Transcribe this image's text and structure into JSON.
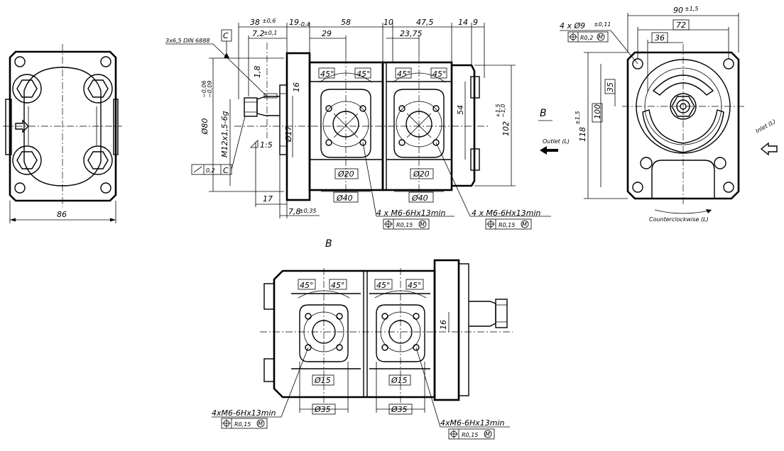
{
  "front_view": {
    "dim_width": "86"
  },
  "side_view": {
    "dim_38": "38",
    "dim_38_tol": "±0,6",
    "dim_19": "19",
    "dim_19_tol": "-0,4",
    "dim_58": "58",
    "dim_10": "10",
    "dim_47_5": "47,5",
    "dim_14": "14",
    "dim_9": "9",
    "dim_7_2": "7,2",
    "dim_7_2_tol": "±0,1",
    "dim_29": "29",
    "dim_23_75": "23,75",
    "key_spec": "3x6,5 DIN 6888",
    "datum_c": "C",
    "dim_1_8": "1,8",
    "dim_16": "16",
    "dim_80": "Ø80",
    "dim_80_tol_top": "−0,06",
    "dim_80_tol_bot": "−0,09",
    "thread": "M12x1,5-6g",
    "dim_17_dia": "Ø17",
    "taper": "1:5",
    "runout_tol": "0,2",
    "runout_datum": "C",
    "angle_1": "45°",
    "angle_2": "45°",
    "angle_3": "45°",
    "angle_4": "45°",
    "dim_54": "54",
    "dim_102": "102",
    "dim_102_tol_top": "+1,5",
    "dim_102_tol_bot": "−1,0",
    "port_dia_1": "Ø20",
    "port_dia_2": "Ø20",
    "port_flange_1": "Ø40",
    "port_flange_2": "Ø40",
    "dim_17": "17",
    "dim_7_8": "7,8",
    "dim_7_8_tol": "±0,35",
    "thread_callout_1": "4  x  M6-6Hx13min",
    "thread_callout_2": "4  x  M6-6Hx13min",
    "pos_tol_1": "R0,15",
    "pos_tol_2": "R0,15",
    "pos_tol_mod": "M"
  },
  "end_view": {
    "dim_90": "90",
    "dim_90_tol": "±1,5",
    "bolt_holes": "4  x  Ø9",
    "bolt_holes_tol": "±0,11",
    "pos_tol": "R0,2",
    "pos_tol_mod": "M",
    "dim_72": "72",
    "dim_36": "36",
    "dim_35": "35",
    "dim_100": "100",
    "dim_118": "118",
    "dim_118_tol": "±1,5",
    "view_letter": "B",
    "outlet": "Outlet (L)",
    "inlet": "Inlet (L)",
    "rotation": "Counterclockwise (L)"
  },
  "view_b": {
    "title": "B",
    "angle_1": "45°",
    "angle_2": "45°",
    "angle_3": "45°",
    "angle_4": "45°",
    "dim_16": "16",
    "port_dia_1": "Ø15",
    "port_dia_2": "Ø15",
    "port_flange_1": "Ø35",
    "port_flange_2": "Ø35",
    "thread_callout_1": "4xM6-6Hx13min",
    "thread_callout_2": "4xM6-6Hx13min",
    "pos_tol_1": "R0,15",
    "pos_tol_2": "R0,15",
    "pos_tol_mod": "M"
  }
}
